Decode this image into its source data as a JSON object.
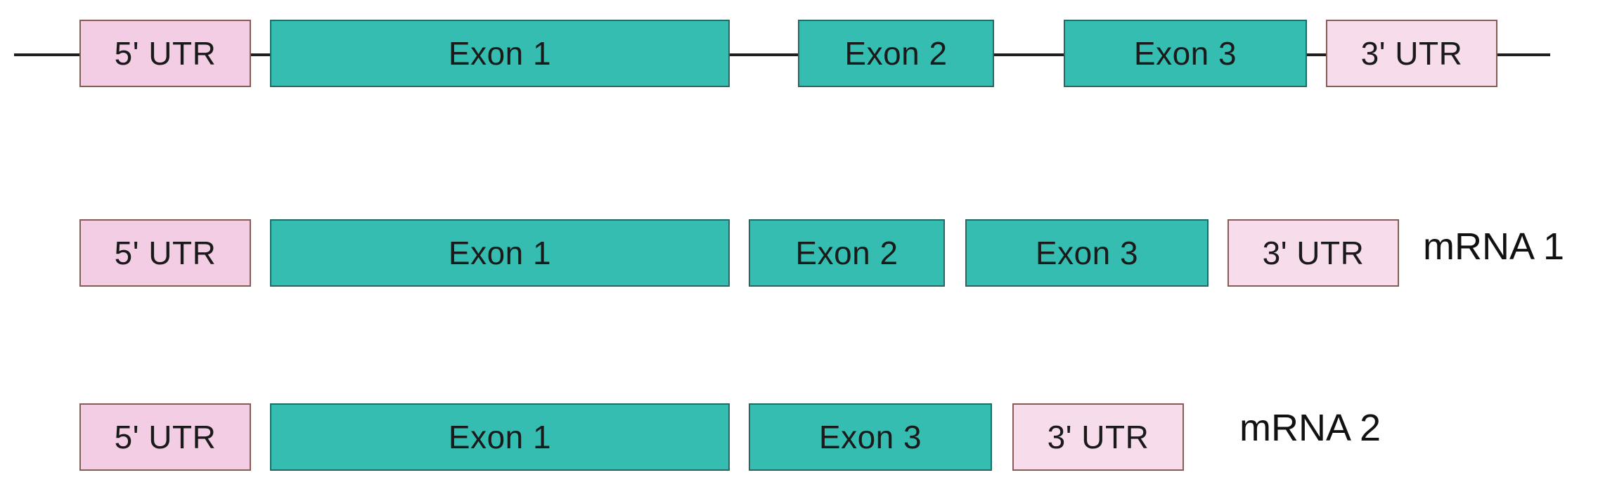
{
  "pre_mrna": {
    "segments": [
      {
        "label": "5' UTR",
        "kind": "utr"
      },
      {
        "label": "Exon 1",
        "kind": "exon"
      },
      {
        "label": "Exon 2",
        "kind": "exon"
      },
      {
        "label": "Exon 3",
        "kind": "exon"
      },
      {
        "label": "3' UTR",
        "kind": "utr"
      }
    ]
  },
  "mrna1": {
    "label": "mRNA 1",
    "segments": [
      {
        "label": "5' UTR",
        "kind": "utr"
      },
      {
        "label": "Exon 1",
        "kind": "exon"
      },
      {
        "label": "Exon 2",
        "kind": "exon"
      },
      {
        "label": "Exon 3",
        "kind": "exon"
      },
      {
        "label": "3' UTR",
        "kind": "utr"
      }
    ]
  },
  "mrna2": {
    "label": "mRNA 2",
    "segments": [
      {
        "label": "5' UTR",
        "kind": "utr"
      },
      {
        "label": "Exon 1",
        "kind": "exon"
      },
      {
        "label": "Exon 3",
        "kind": "exon"
      },
      {
        "label": "3' UTR",
        "kind": "utr"
      }
    ]
  },
  "colors": {
    "utr_fill": "#f3cde3",
    "exon_fill": "#35bdb1",
    "outline": "#8a5a55",
    "line": "#1f1f1f"
  }
}
